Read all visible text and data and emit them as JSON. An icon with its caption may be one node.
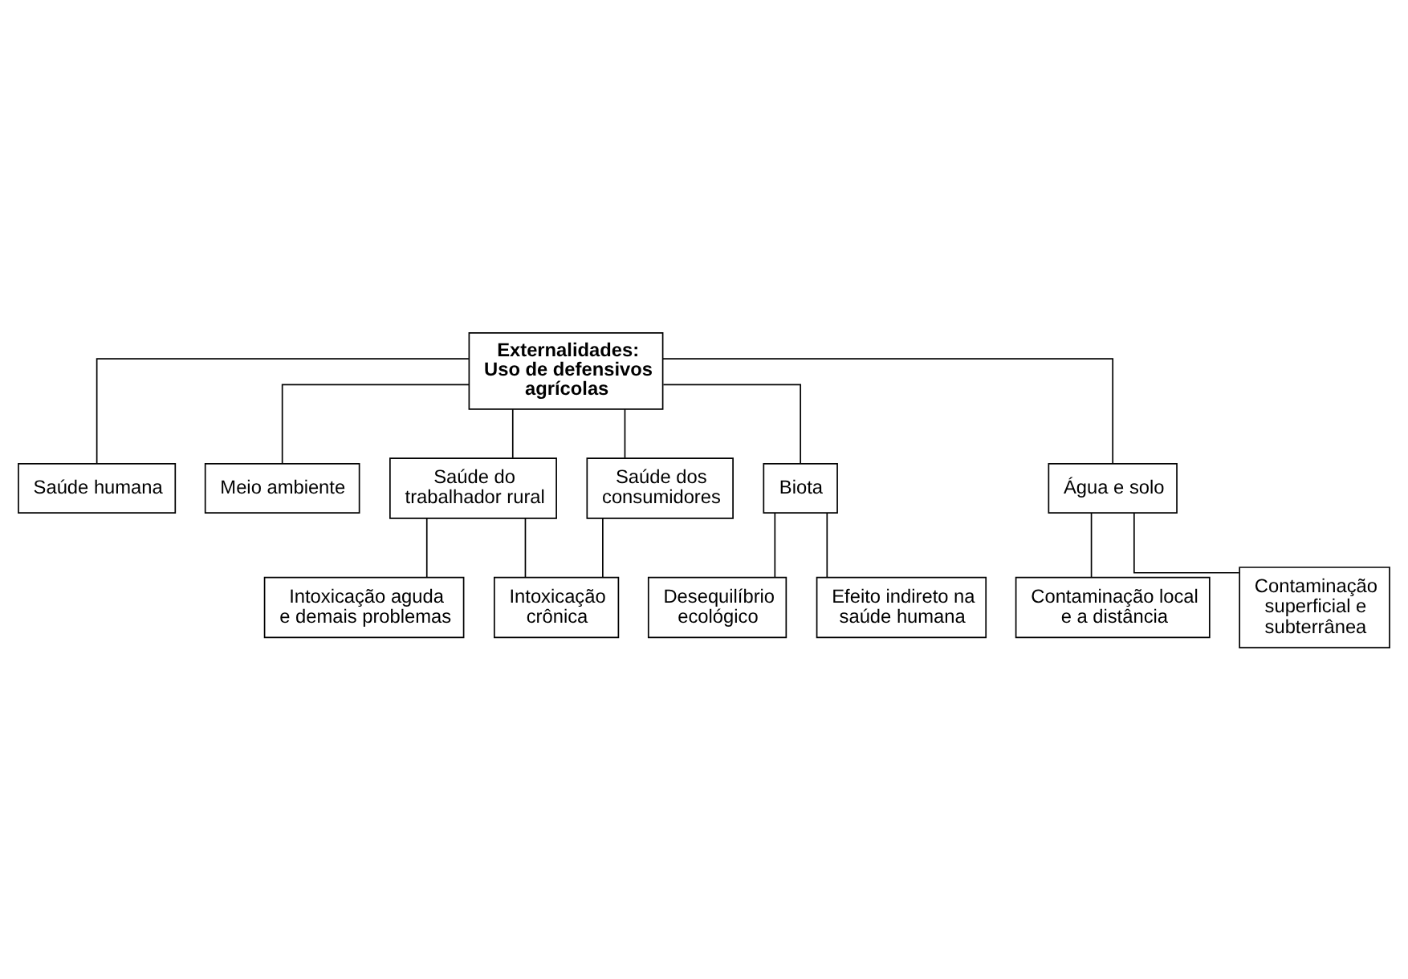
{
  "diagram": {
    "nodes": [
      {
        "text": [
          "Externalidades: Uso de defensivos agrícolas"
        ]
      },
      {
        "text": [
          "Saúde humana"
        ]
      },
      {
        "text": [
          "Meio ambiente"
        ]
      },
      {
        "text": [
          "Saúde do trabalhador rural"
        ]
      },
      {
        "text": [
          "Saúde dos consumidores"
        ]
      },
      {
        "text": [
          "Biota"
        ]
      },
      {
        "text": [
          "Água e solo"
        ]
      },
      {
        "text": [
          "Intoxicação aguda e demais problemas"
        ]
      },
      {
        "text": [
          "Intoxicação crônica"
        ]
      },
      {
        "text": [
          "Desequilíbrio ecológico"
        ]
      },
      {
        "text": [
          "Efeito indireto na saúde humana"
        ]
      },
      {
        "text": [
          "Contaminação local e a distância"
        ]
      },
      {
        "text": [
          "Contaminação superficial e subterrânea"
        ]
      }
    ],
    "edges": [
      {
        "from": 0,
        "to": 1,
        "arrow": "none"
      },
      {
        "from": 0,
        "to": 2,
        "arrow": "none"
      },
      {
        "from": 0,
        "to": 3,
        "arrow": "none"
      },
      {
        "from": 0,
        "to": 4,
        "arrow": "none"
      },
      {
        "from": 0,
        "to": 5,
        "arrow": "none"
      },
      {
        "from": 0,
        "to": 6,
        "arrow": "none"
      },
      {
        "from": 3,
        "to": 7,
        "arrow": "none"
      },
      {
        "from": 3,
        "to": 8,
        "arrow": "none"
      },
      {
        "from": 4,
        "to": 8,
        "arrow": "none"
      },
      {
        "from": 5,
        "to": 9,
        "arrow": "none"
      },
      {
        "from": 5,
        "to": 10,
        "arrow": "none"
      },
      {
        "from": 6,
        "to": 11,
        "arrow": "none"
      },
      {
        "from": 6,
        "to": 12,
        "arrow": "none"
      }
    ]
  }
}
